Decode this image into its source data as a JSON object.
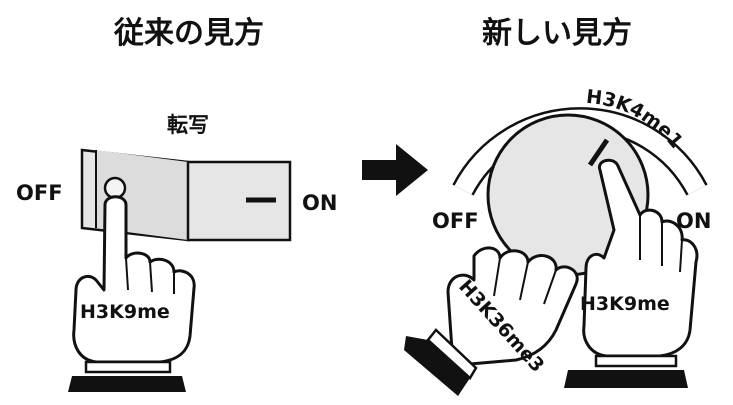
{
  "left": {
    "title": "従来の見方",
    "switch_label": "転写",
    "off_label": "OFF",
    "on_label": "ON",
    "hand_label": "H3K9me"
  },
  "right": {
    "title": "新しい見方",
    "dial_label": "H3K4me1",
    "off_label": "OFF",
    "on_label": "ON",
    "hand_left_label": "H3K36me3",
    "hand_right_label": "H3K9me"
  },
  "arrow": "arrow-right-icon"
}
